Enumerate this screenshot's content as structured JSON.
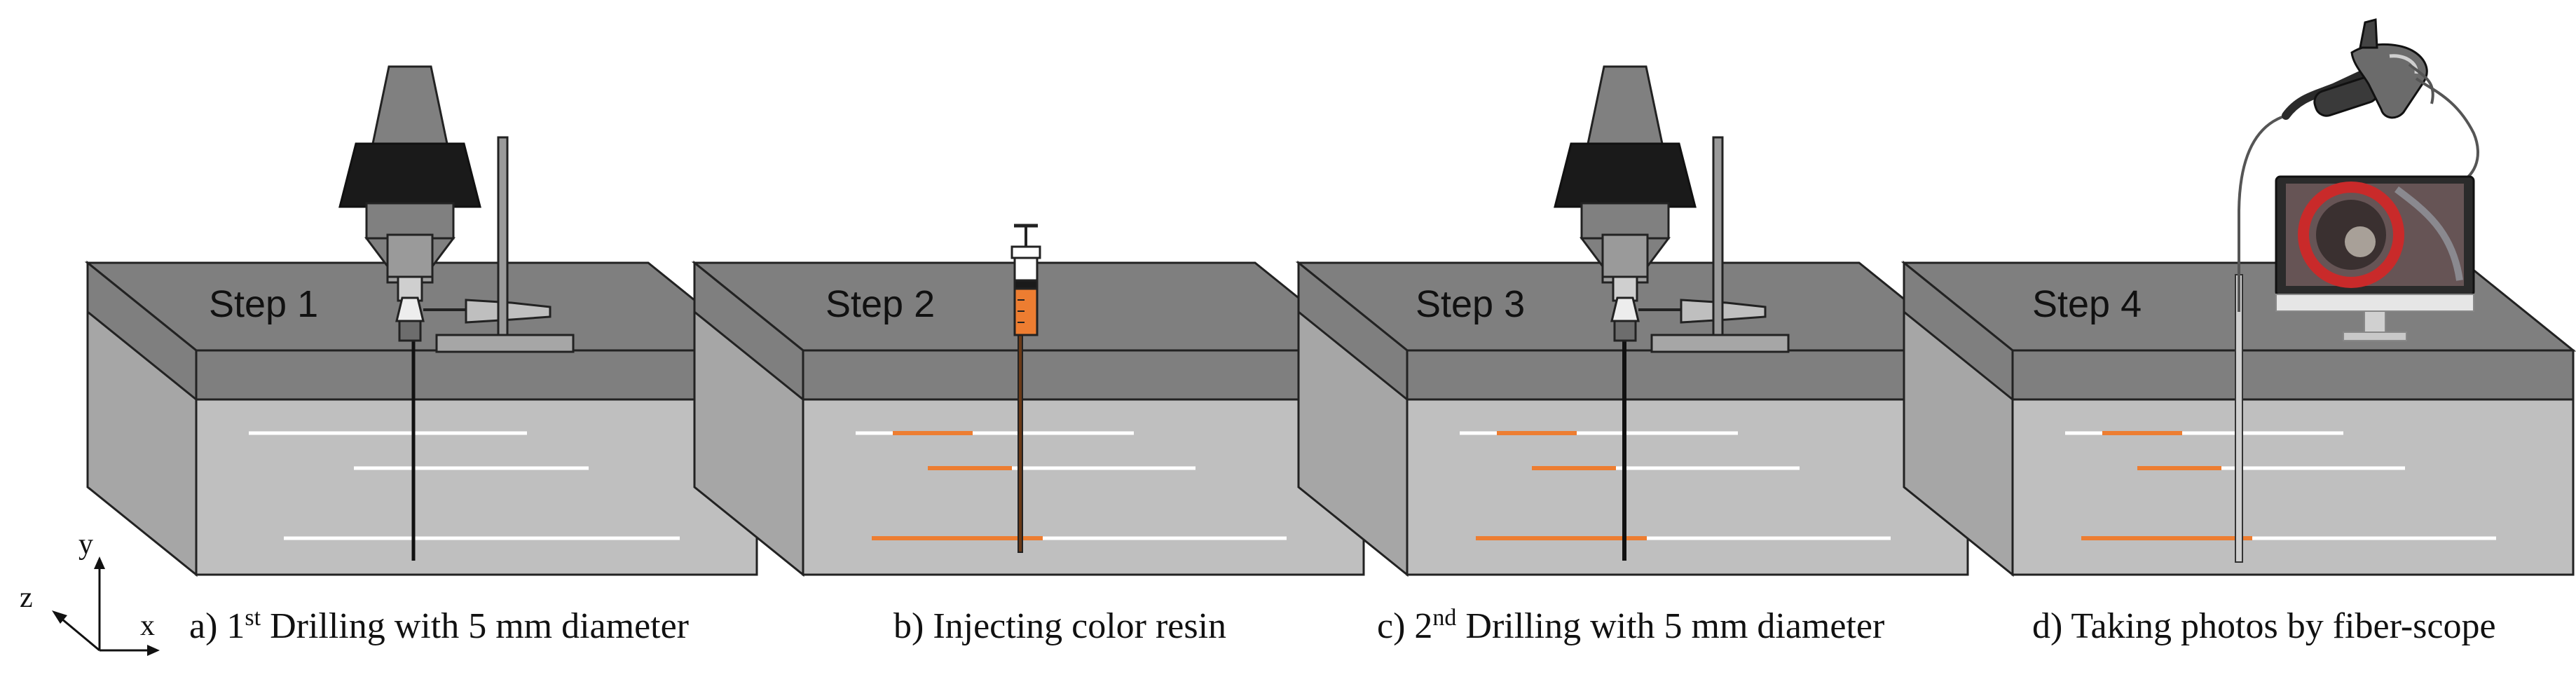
{
  "steps": [
    {
      "label": "Step 1",
      "caption_prefix": "a) 1",
      "caption_sup": "st",
      "caption_rest": " Drilling with 5 mm diameter"
    },
    {
      "label": "Step 2",
      "caption_prefix": "b) Injecting color resin",
      "caption_sup": "",
      "caption_rest": ""
    },
    {
      "label": "Step 3",
      "caption_prefix": "c) 2",
      "caption_sup": "nd",
      "caption_rest": " Drilling with 5 mm diameter"
    },
    {
      "label": "Step 4",
      "caption_prefix": "d) Taking photos by fiber-scope",
      "caption_sup": "",
      "caption_rest": ""
    }
  ],
  "axes": {
    "x": "x",
    "y": "y",
    "z": "z"
  },
  "colors": {
    "top_face": "#7f7f7f",
    "front_face": "#bfbfbf",
    "side_face": "#a6a6a6",
    "crack": "#ffffff",
    "resin": "#ed7d31",
    "resin_dark": "#6b3a17",
    "outline": "#222222"
  },
  "icons": [
    "drill-press-icon",
    "syringe-icon",
    "fiberscope-icon",
    "monitor-icon"
  ]
}
